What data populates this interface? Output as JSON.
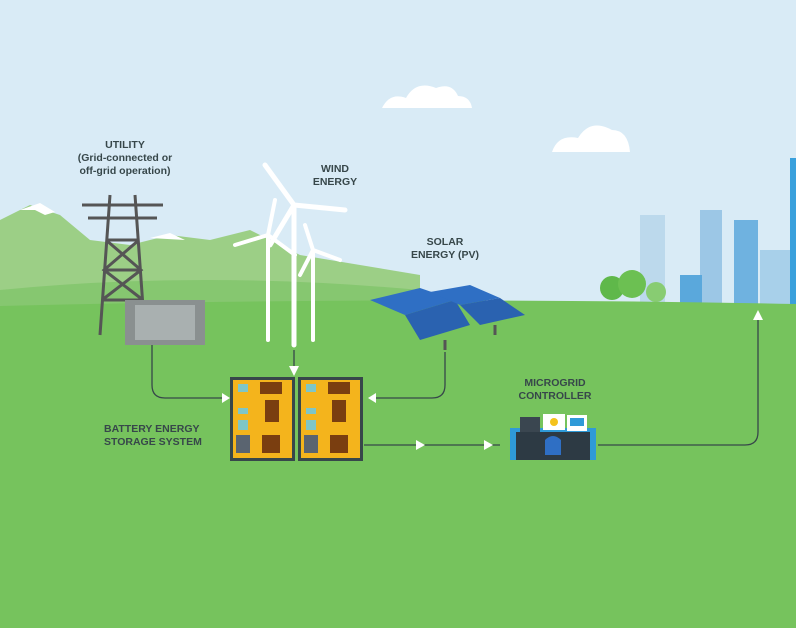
{
  "labels": {
    "utility": {
      "line1": "UTILITY",
      "line2": "(Grid-connected or",
      "line3": "off-grid operation)"
    },
    "wind": {
      "line1": "WIND",
      "line2": "ENERGY"
    },
    "solar": {
      "line1": "SOLAR",
      "line2": "ENERGY (PV)"
    },
    "battery": {
      "line1": "BATTERY ENERGY",
      "line2": "STORAGE SYSTEM"
    },
    "controller": {
      "line1": "MICROGRID",
      "line2": "CONTROLLER"
    }
  },
  "colors": {
    "sky": "#d9ebf6",
    "grass": "#76c35d",
    "hills": "#9ccf86",
    "battery": "#f4b41c",
    "panel": "#2f6fc4",
    "text": "#37474a"
  }
}
